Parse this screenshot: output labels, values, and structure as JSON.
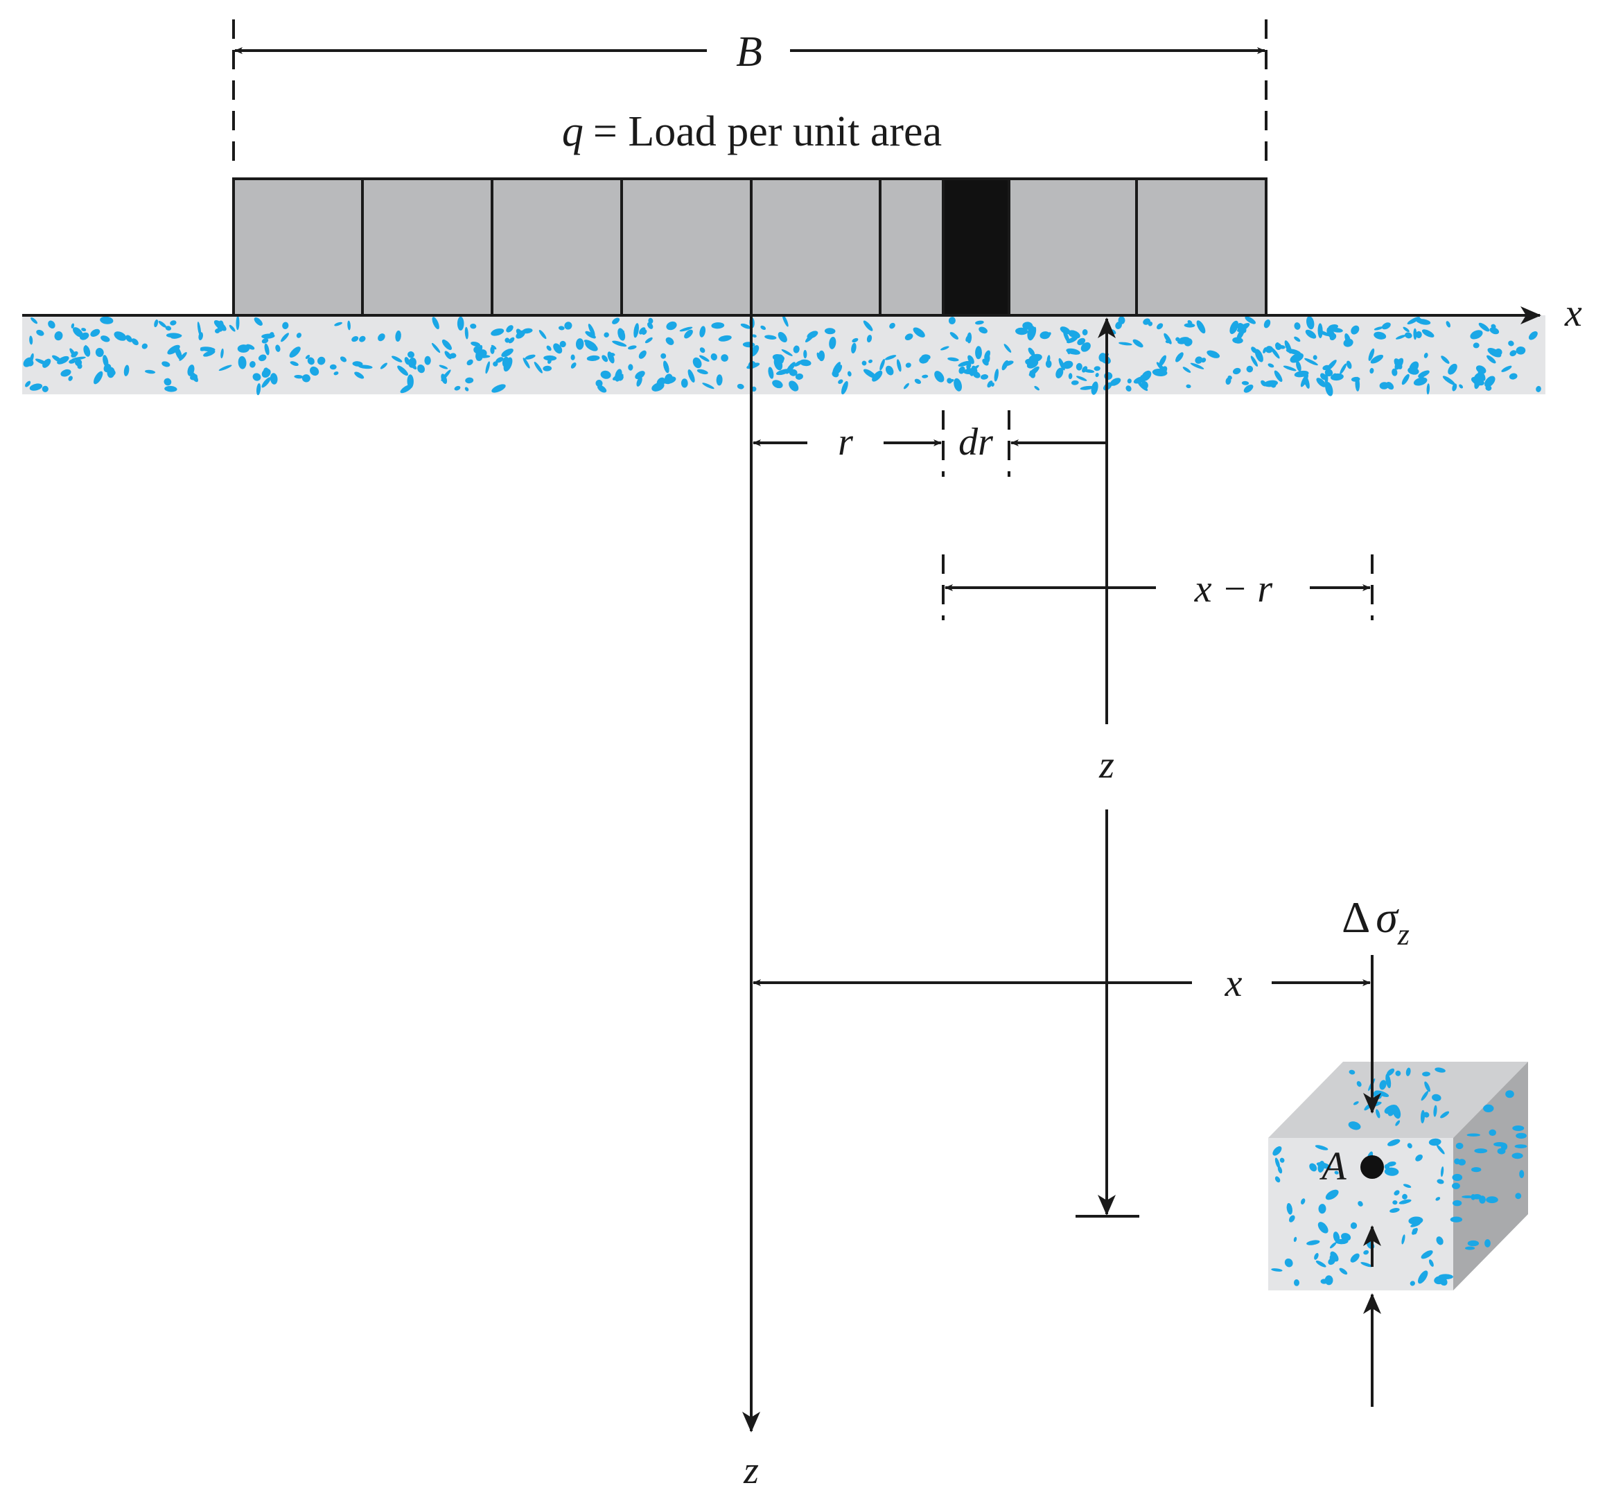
{
  "labels": {
    "width_B": "B",
    "load_q": "q",
    "load_eq": "= Load per unit area",
    "x_axis": "x",
    "z_axis": "z",
    "r": "r",
    "dr": "dr",
    "x_minus_r": "x − r",
    "z_depth": "z",
    "x_dist": "x",
    "delta": "Δ",
    "sigma": "σ",
    "sigma_sub": "z",
    "point_A": "A"
  },
  "colors": {
    "strip": "#b9babc",
    "strip_highlight": "#111111",
    "soil": "#e4e5e7",
    "soil_speck": "#1aa7e6",
    "cube_side": "#a9aaac",
    "cube_top": "#cfd0d2",
    "line": "#1a1a1a"
  },
  "strip": {
    "segments": 9,
    "highlighted_element": "dr"
  }
}
